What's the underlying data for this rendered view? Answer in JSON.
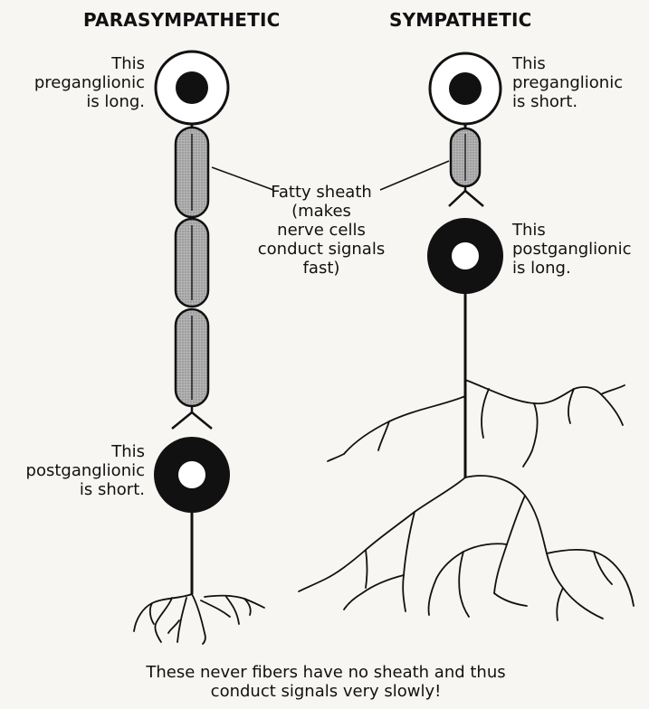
{
  "headings": {
    "parasympathetic": "PARASYMPATHETIC",
    "sympathetic": "SYMPATHETIC"
  },
  "labels": {
    "para_pre": [
      "This",
      "preganglionic",
      "is long."
    ],
    "para_post": [
      "This",
      "postganglionic",
      "is short."
    ],
    "symp_pre": [
      "This",
      "preganglionic",
      "is short."
    ],
    "symp_post": [
      "This",
      "postganglionic",
      "is long."
    ],
    "fatty_sheath": [
      "Fatty sheath",
      "(makes",
      "nerve cells",
      "conduct signals",
      "fast)"
    ],
    "caption": [
      "These never fibers have no sheath and thus",
      "conduct signals very slowly!"
    ]
  },
  "colors": {
    "ink": "#111111",
    "sheath_fill": "#a9a9a9",
    "cell_fill": "#ffffff",
    "background": "#f7f6f3"
  }
}
